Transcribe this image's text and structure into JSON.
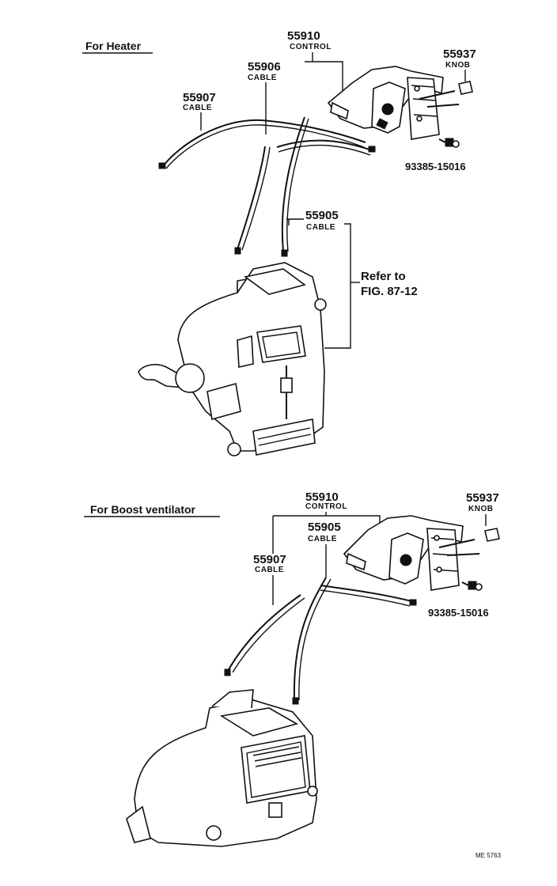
{
  "heater": {
    "title": "For Heater",
    "control": {
      "number": "55910",
      "name": "CONTROL"
    },
    "knob": {
      "number": "55937",
      "name": "KNOB"
    },
    "cable_55906": {
      "number": "55906",
      "name": "CABLE"
    },
    "cable_55907": {
      "number": "55907",
      "name": "CABLE"
    },
    "cable_55905": {
      "number": "55905",
      "name": "CABLE"
    },
    "screw": {
      "number": "93385-15016"
    },
    "reference": {
      "line1": "Refer to",
      "line2": "FIG. 87-12"
    }
  },
  "boost": {
    "title": "For Boost ventilator",
    "control": {
      "number": "55910",
      "name": "CONTROL"
    },
    "knob": {
      "number": "55937",
      "name": "KNOB"
    },
    "cable_55905": {
      "number": "55905",
      "name": "CABLE"
    },
    "cable_55907": {
      "number": "55907",
      "name": "CABLE"
    },
    "screw": {
      "number": "93385-15016"
    }
  },
  "footer": {
    "code": "ME 5763"
  }
}
